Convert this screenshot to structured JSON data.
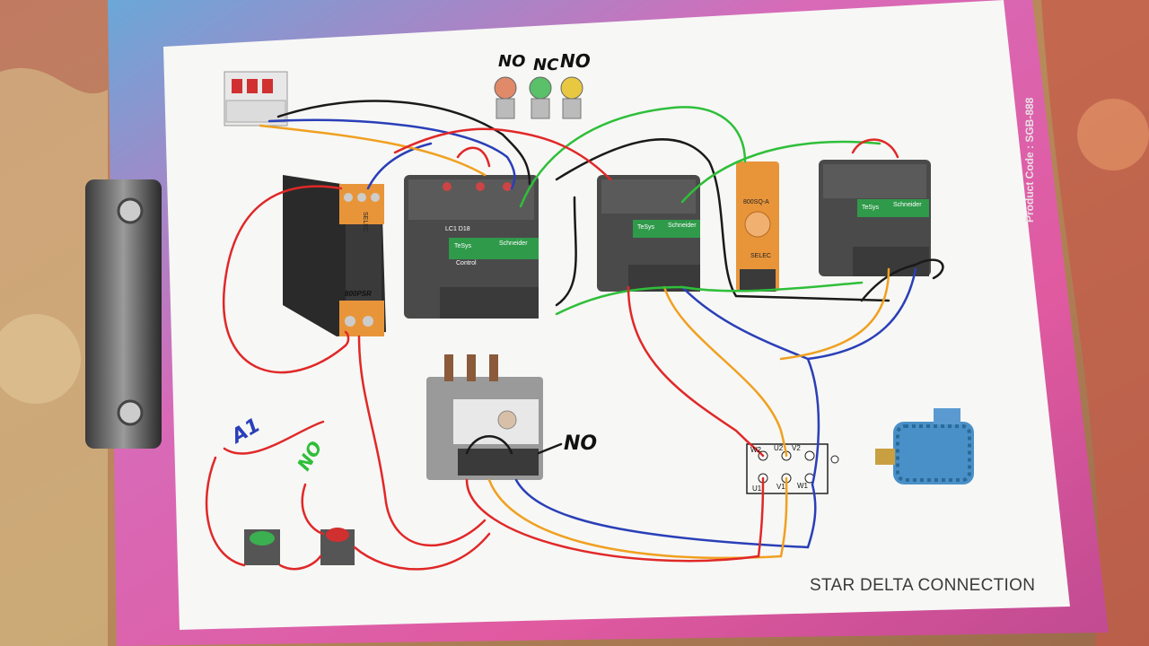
{
  "diagram": {
    "title": "STAR DELTA CONNECTION",
    "product_code": "Product Code : SGB-888",
    "indicator_labels": [
      "NO",
      "NC",
      "NO"
    ],
    "handwritten": {
      "a1": "A1",
      "no_left": "NO",
      "no_overload": "NO"
    },
    "devices": {
      "relay_model": "800PSR",
      "timer_model": "800SQ-A",
      "contactor_brand": "Schneider",
      "contactor_series": "TeSys",
      "contactor_model": "LC1 D18",
      "contactor_sub": "Control",
      "relay_brand": "SELEC",
      "timer_brand": "SELEC"
    },
    "motor_terminals": [
      "W2",
      "U2",
      "V2",
      "U1",
      "V1",
      "W1"
    ]
  },
  "colors": {
    "paper": "#f7f7f5",
    "wire_red": "#e02828",
    "wire_blue": "#2a3fb8",
    "wire_orange": "#f0a020",
    "wire_green": "#2fbf3a",
    "wire_black": "#1a1a1a",
    "contactor_green": "#2f9a4a",
    "relay_orange": "#e8953a"
  }
}
